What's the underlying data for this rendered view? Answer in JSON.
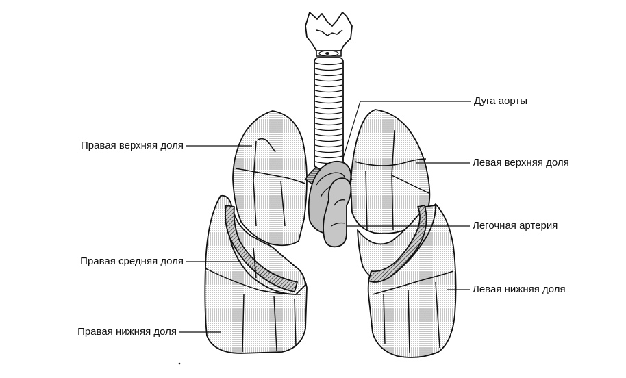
{
  "labels": {
    "aortic_arch": "Дуга аорты",
    "right_upper_lobe": "Правая верхняя доля",
    "left_upper_lobe": "Левая верхняя доля",
    "pulmonary_artery": "Легочная артерия",
    "right_middle_lobe": "Правая средняя доля",
    "left_lower_lobe": "Левая нижняя доля",
    "right_lower_lobe": "Правая нижняя доля"
  },
  "colors": {
    "line": "#111111",
    "stipple_light": "#d9d9d9",
    "stipple_dark": "#9a9a9a",
    "vessel": "#bdbdbd",
    "background": "#ffffff"
  }
}
